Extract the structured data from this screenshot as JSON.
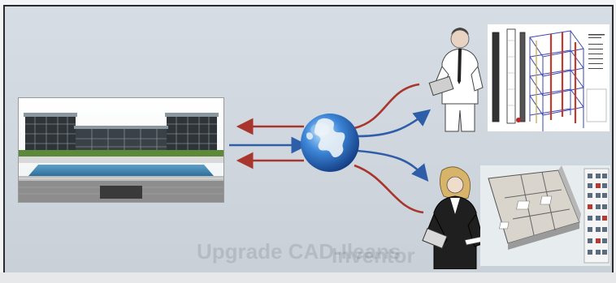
{
  "ghost_texts": {
    "left": "Upgrade CAD-Ileans",
    "right": "Inventor"
  },
  "icons": {
    "building": "building-photo",
    "globe": "globe-icon",
    "person_top": "man-with-clipboard-icon",
    "person_bottom": "woman-with-tablet-icon"
  },
  "colors": {
    "arrow_red": "#a8362c",
    "arrow_blue": "#2f5ea8",
    "globe_blue": "#2b6cc4"
  }
}
